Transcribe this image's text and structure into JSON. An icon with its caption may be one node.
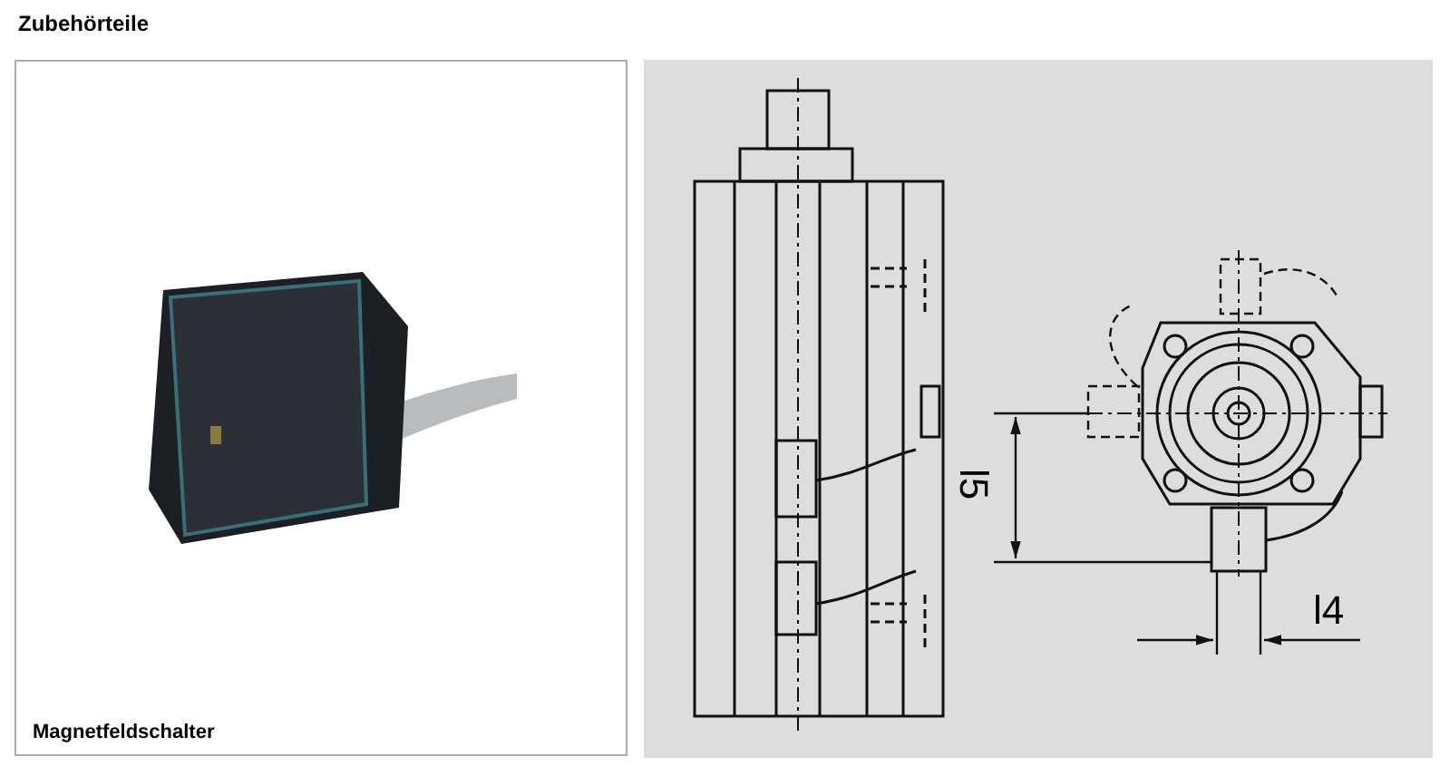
{
  "diagram": {
    "title": "Zubehörteile",
    "labels": [
      "Magnetfeldschalter",
      "l5",
      "l4"
    ]
  }
}
